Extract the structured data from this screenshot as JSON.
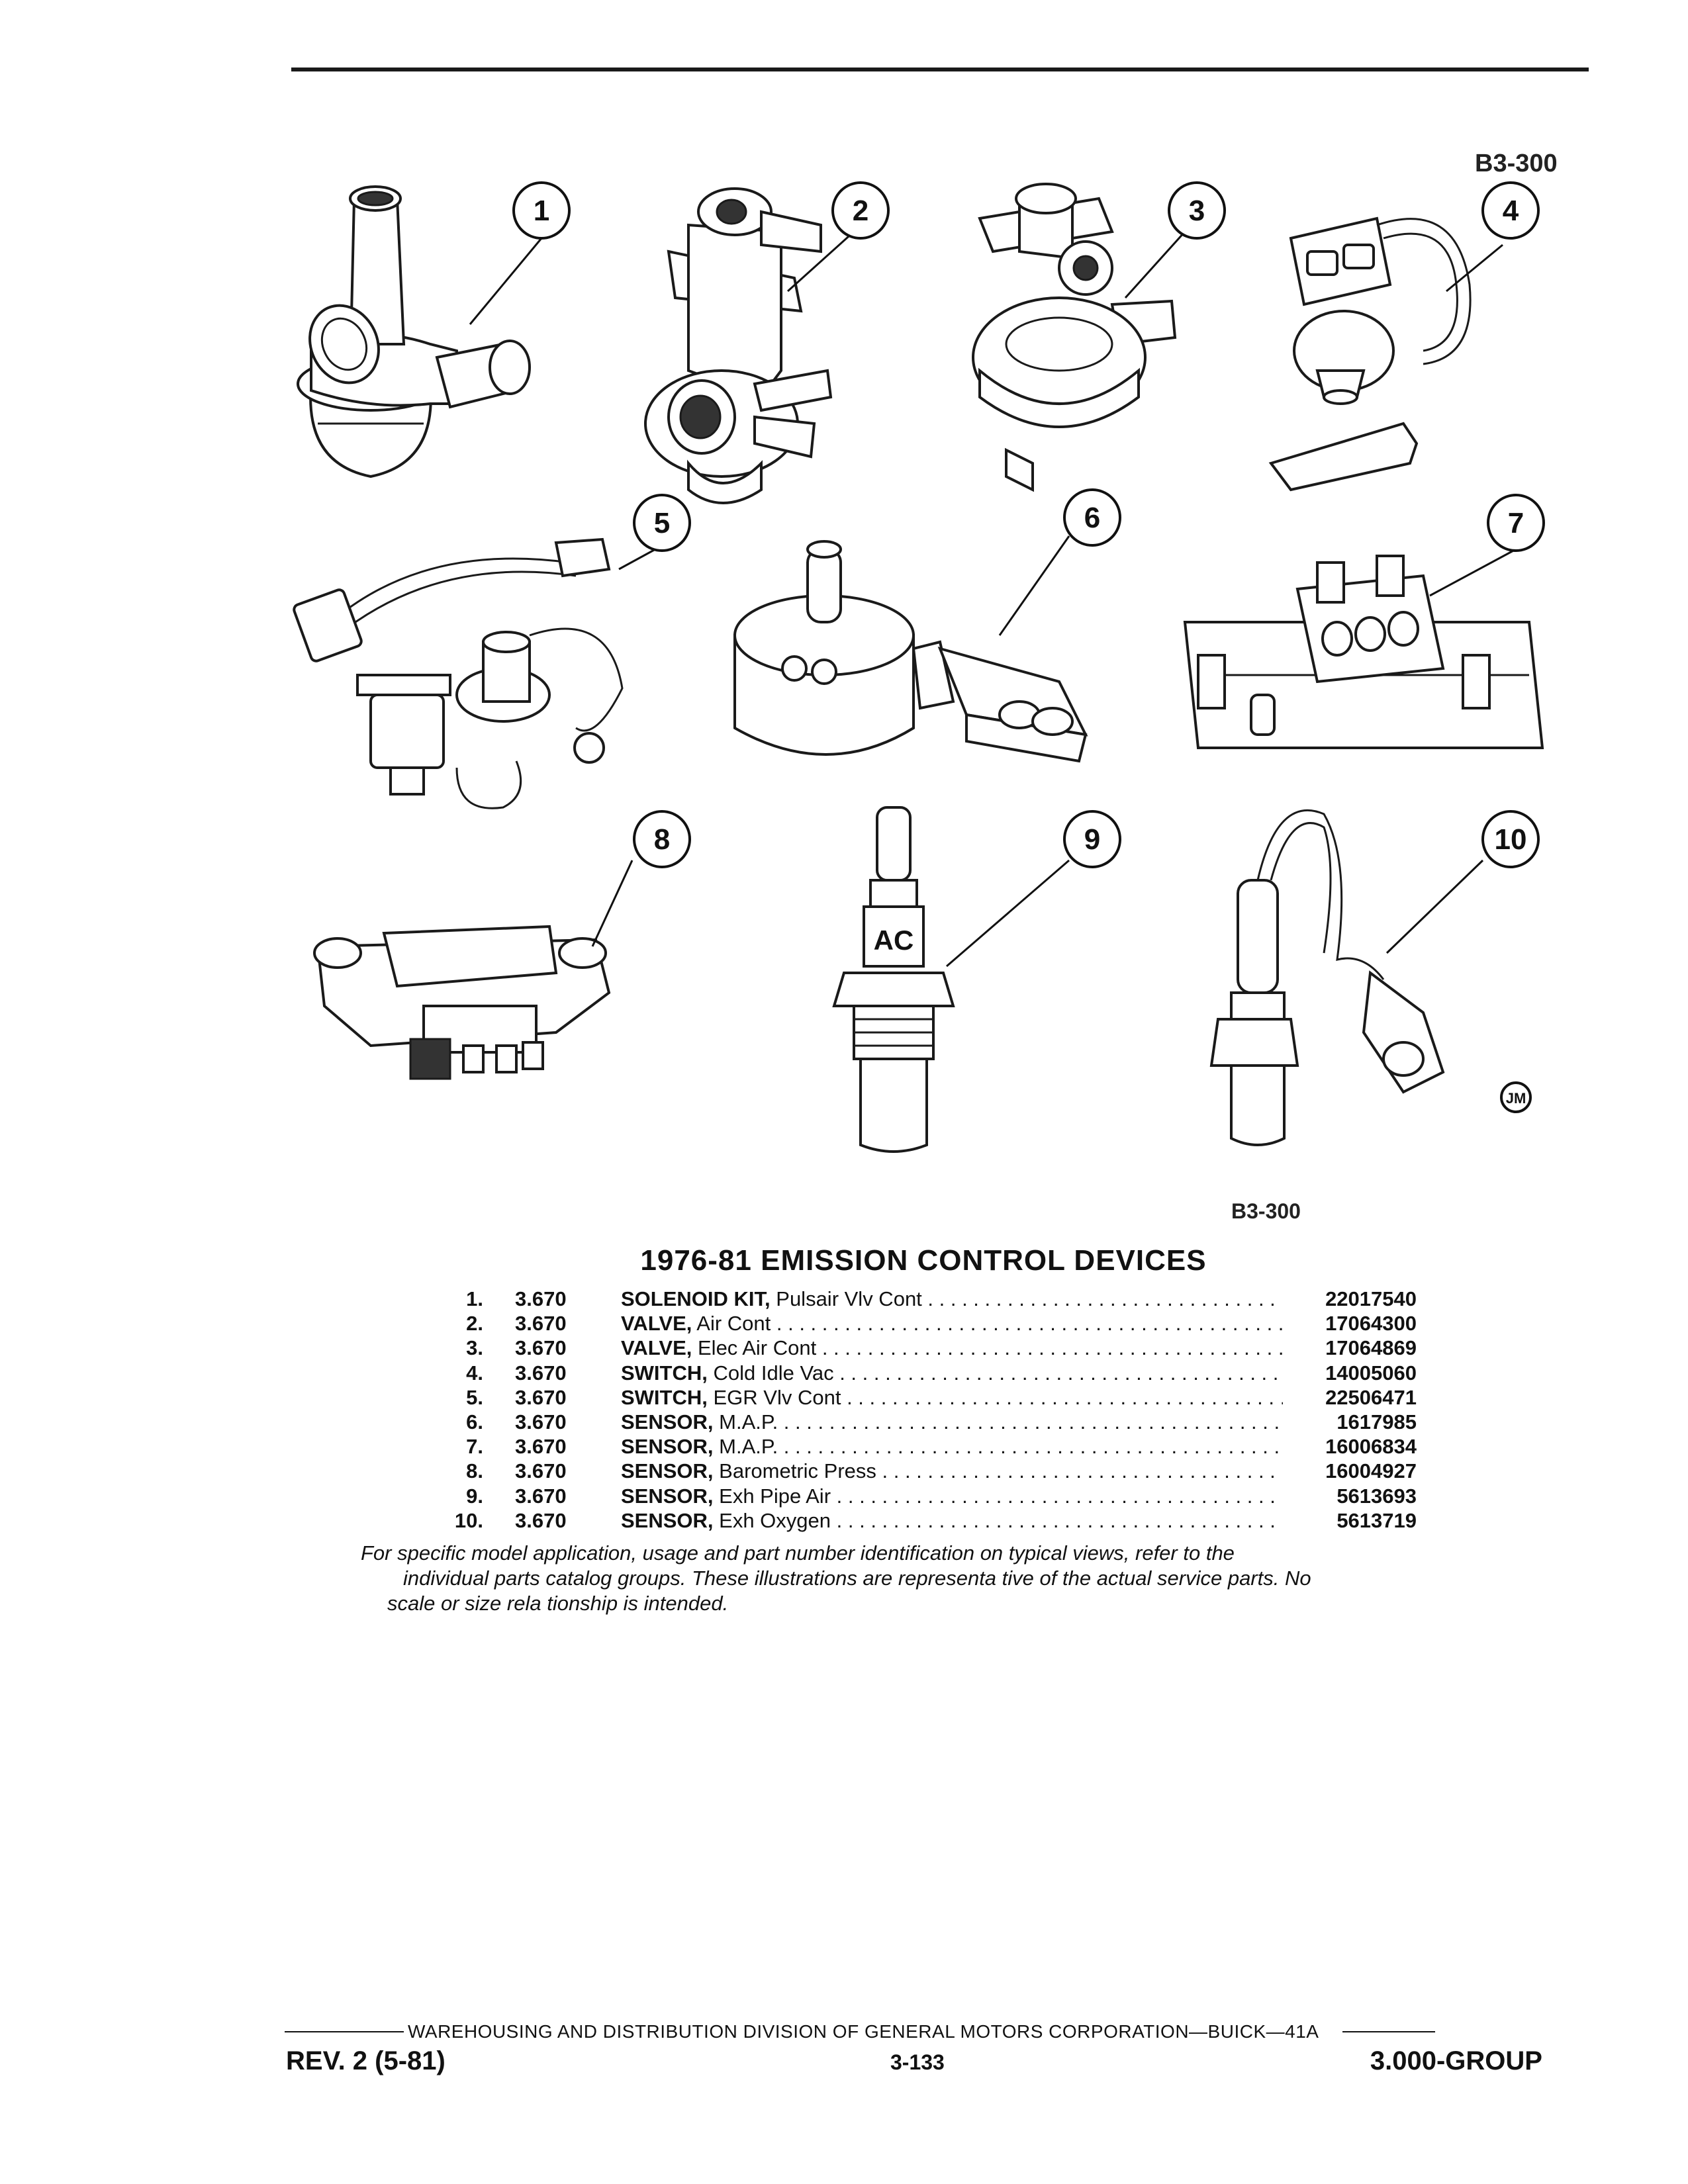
{
  "figure_code_top": "B3-300",
  "figure_code_bottom": "B3-300",
  "illustration": {
    "callouts": [
      "1",
      "2",
      "3",
      "4",
      "5",
      "6",
      "7",
      "8",
      "9",
      "10"
    ],
    "sensor_mark": "AC",
    "artist_mark": "JM"
  },
  "heading": "1976-81 EMISSION CONTROL DEVICES",
  "parts": [
    {
      "num": "1.",
      "group": "3.670",
      "keyword": "SOLENOID KIT,",
      "desc": "Pulsair Vlv Cont",
      "part_number": "22017540"
    },
    {
      "num": "2.",
      "group": "3.670",
      "keyword": "VALVE,",
      "desc": "Air Cont",
      "part_number": "17064300"
    },
    {
      "num": "3.",
      "group": "3.670",
      "keyword": "VALVE,",
      "desc": "Elec Air Cont",
      "part_number": "17064869"
    },
    {
      "num": "4.",
      "group": "3.670",
      "keyword": "SWITCH,",
      "desc": "Cold Idle Vac",
      "part_number": "14005060"
    },
    {
      "num": "5.",
      "group": "3.670",
      "keyword": "SWITCH,",
      "desc": "EGR Vlv Cont",
      "part_number": "22506471"
    },
    {
      "num": "6.",
      "group": "3.670",
      "keyword": "SENSOR,",
      "desc": "M.A.P.",
      "part_number": "1617985"
    },
    {
      "num": "7.",
      "group": "3.670",
      "keyword": "SENSOR,",
      "desc": "M.A.P.",
      "part_number": "16006834"
    },
    {
      "num": "8.",
      "group": "3.670",
      "keyword": "SENSOR,",
      "desc": "Barometric Press",
      "part_number": "16004927"
    },
    {
      "num": "9.",
      "group": "3.670",
      "keyword": "SENSOR,",
      "desc": "Exh Pipe Air",
      "part_number": "5613693"
    },
    {
      "num": "10.",
      "group": "3.670",
      "keyword": "SENSOR,",
      "desc": "Exh Oxygen",
      "part_number": "5613719"
    }
  ],
  "note_lines": [
    "For specific model application, usage and part number identification on typical views, refer to the",
    "individual parts catalog groups. These illustrations are representa tive of the actual service parts. No",
    "scale or size rela tionship is intended."
  ],
  "footer": {
    "division": "WAREHOUSING AND DISTRIBUTION  DIVISION OF GENERAL MOTORS CORPORATION—BUICK—41A",
    "revision": "REV. 2 (5-81)",
    "page": "3-133",
    "group": "3.000-GROUP"
  }
}
